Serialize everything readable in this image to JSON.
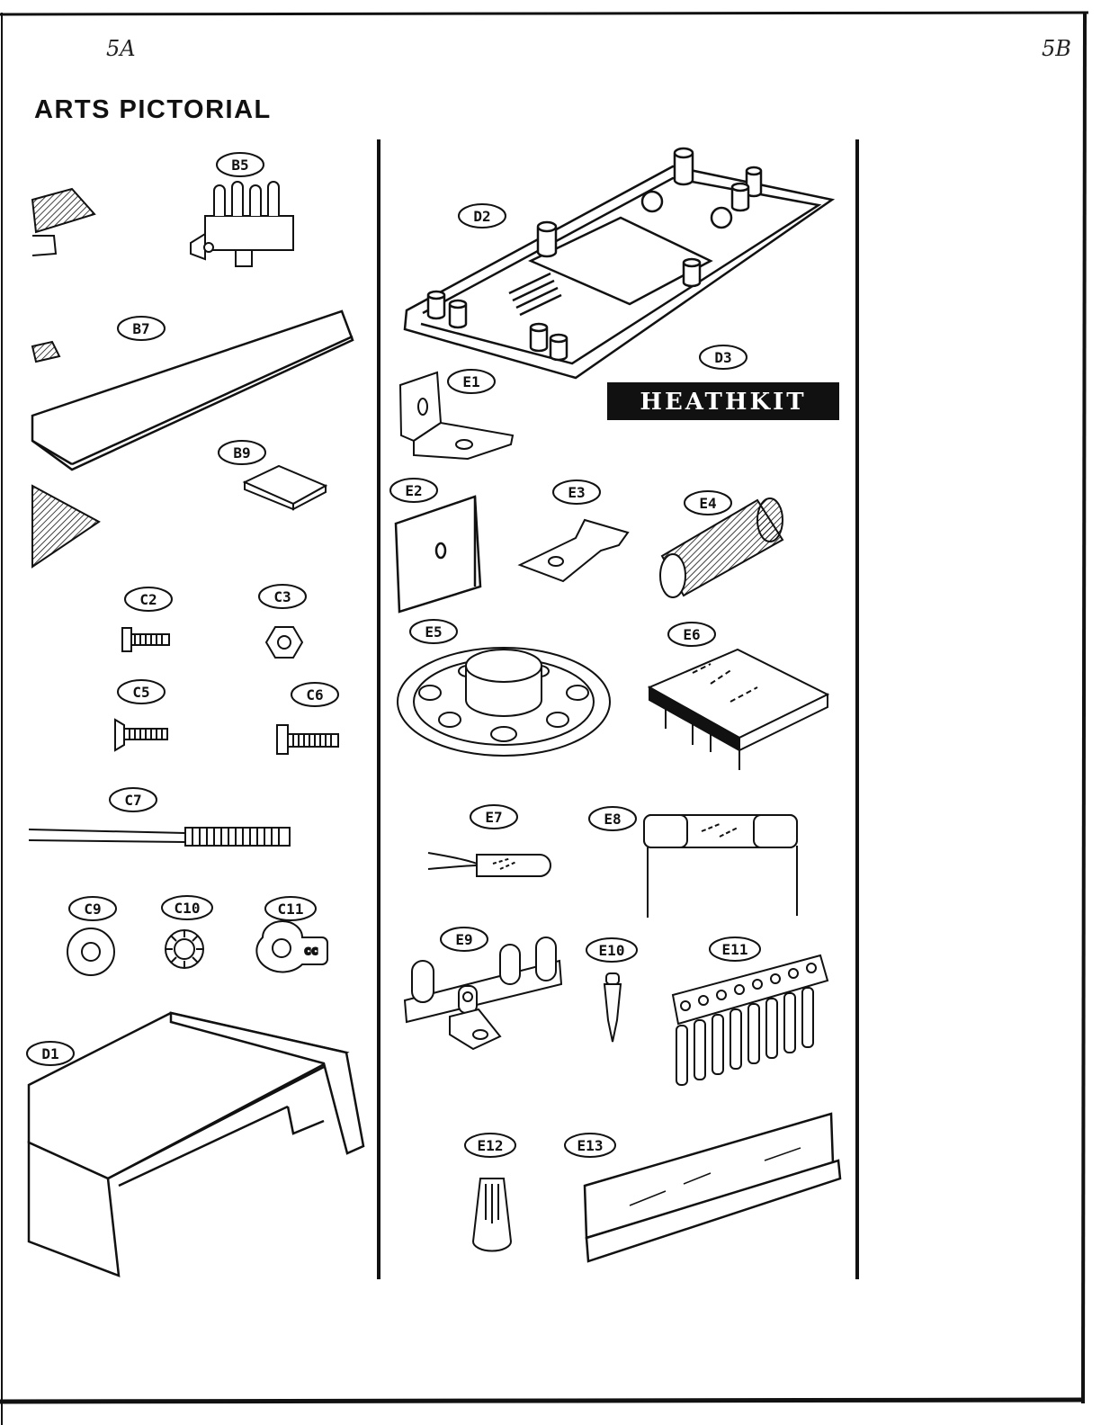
{
  "page": {
    "left_page_no": "5A",
    "right_page_no": "5B",
    "title": "ARTS PICTORIAL"
  },
  "labels": {
    "b5": "B5",
    "b7": "B7",
    "b9": "B9",
    "c2": "C2",
    "c3": "C3",
    "c5": "C5",
    "c6": "C6",
    "c7": "C7",
    "c9": "C9",
    "c10": "C10",
    "c11": "C11",
    "d1": "D1",
    "d2": "D2",
    "d3": "D3",
    "e1": "E1",
    "e2": "E2",
    "e3": "E3",
    "e4": "E4",
    "e5": "E5",
    "e6": "E6",
    "e7": "E7",
    "e8": "E8",
    "e9": "E9",
    "e10": "E10",
    "e11": "E11",
    "e12": "E12",
    "e13": "E13"
  },
  "brand_logo": "HEATHKIT",
  "colors": {
    "ink": "#111111",
    "paper": "#ffffff"
  }
}
